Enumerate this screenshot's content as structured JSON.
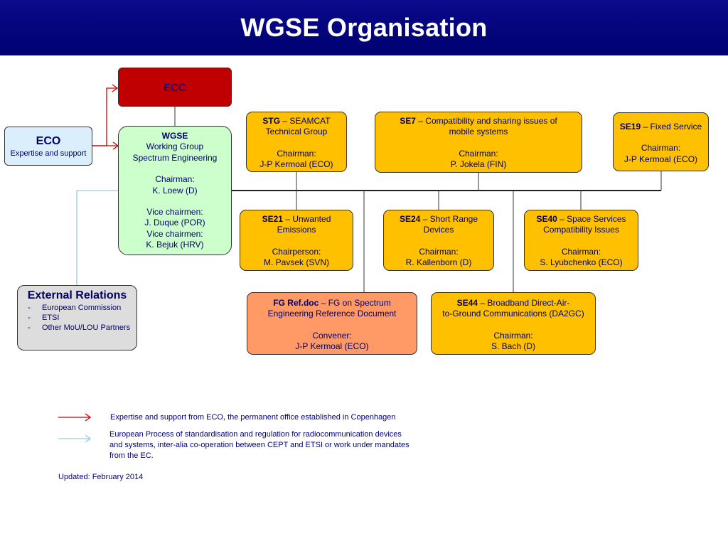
{
  "title": "WGSE Organisation",
  "ecc": {
    "label": "ECC"
  },
  "eco": {
    "title": "ECO",
    "subtitle": "Expertise and support"
  },
  "wgse": {
    "title": "WGSE",
    "line1": "Working Group",
    "line2": "Spectrum Engineering",
    "chair_label": "Chairman:",
    "chair": "K. Loew (D)",
    "vice_label1": "Vice chairmen:",
    "vice1": "J. Duque (POR)",
    "vice_label2": "Vice chairmen:",
    "vice2": "K. Bejuk (HRV)"
  },
  "external": {
    "title": "External Relations",
    "items": [
      "European Commission",
      "ETSI",
      "Other MoU/LOU Partners"
    ]
  },
  "groups": {
    "stg": {
      "code": "STG",
      "desc1": " – SEAMCAT",
      "desc2": "Technical Group",
      "role": "Chairman:",
      "person": "J-P Kermoal (ECO)"
    },
    "se7": {
      "code": "SE7",
      "desc1": " – Compatibility and sharing issues of",
      "desc2": "mobile systems",
      "role": "Chairman:",
      "person": "P. Jokela (FIN)"
    },
    "se19": {
      "code": "SE19",
      "desc1": " – Fixed Service",
      "role": "Chairman:",
      "person": "J-P Kermoal (ECO)"
    },
    "se21": {
      "code": "SE21",
      "desc1": " – Unwanted",
      "desc2": "Emissions",
      "role": "Chairperson:",
      "person": "M. Pavsek (SVN)"
    },
    "se24": {
      "code": "SE24",
      "desc1": " – Short Range",
      "desc2": "Devices",
      "role": "Chairman:",
      "person": "R. Kallenborn (D)"
    },
    "se40": {
      "code": "SE40",
      "desc1": " – Space Services",
      "desc2": "Compatibility Issues",
      "role": "Chairman:",
      "person": "S. Lyubchenko (ECO)"
    },
    "fgref": {
      "code": "FG Ref.doc",
      "desc1": " – FG on Spectrum",
      "desc2": "Engineering Reference Document",
      "role": "Convener:",
      "person": "J-P  Kermoal (ECO)"
    },
    "se44": {
      "code": "SE44",
      "desc1": " – Broadband Direct-Air-",
      "desc2": "to-Ground Communications (DA2GC)",
      "role": "Chairman:",
      "person": "S. Bach (D)"
    }
  },
  "legend": {
    "red_text": "Expertise and support from ECO, the permanent office established in Copenhagen",
    "blue_line1": "European Process of standardisation and regulation for radiocommunication devices",
    "blue_line2": "and systems, inter-alia co-operation between CEPT and ETSI or work under mandates",
    "blue_line3": "from the EC.",
    "red_color": "#cc0000",
    "blue_color": "#99ccdd"
  },
  "updated": "Updated: February 2014",
  "colors": {
    "header": "#000080",
    "group": "#ffc000",
    "focus_group": "#ff9966",
    "wgse": "#ccffcc",
    "ecc": "#c00000"
  }
}
